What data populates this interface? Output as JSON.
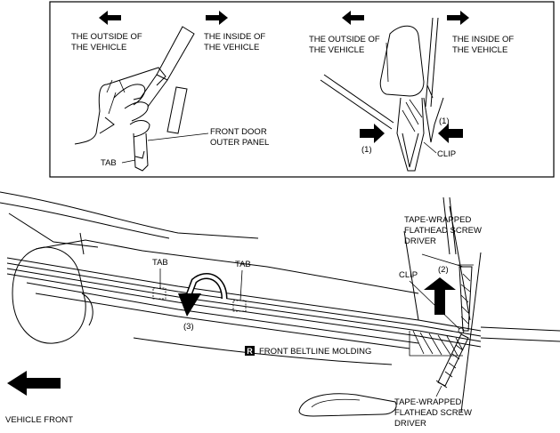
{
  "inset": {
    "left": {
      "outside_line1": "THE OUTSIDE OF",
      "outside_line2": "THE VEHICLE",
      "inside_line1": "THE INSIDE OF",
      "inside_line2": "THE VEHICLE",
      "panel_line1": "FRONT DOOR",
      "panel_line2": "OUTER PANEL",
      "tab": "TAB"
    },
    "right": {
      "outside_line1": "THE OUTSIDE OF",
      "outside_line2": "THE VEHICLE",
      "inside_line1": "THE INSIDE OF",
      "inside_line2": "THE VEHICLE",
      "step_left": "(1)",
      "step_right": "(1)",
      "clip": "CLIP"
    }
  },
  "main": {
    "tab_left": "TAB",
    "tab_right": "TAB",
    "step_3": "(3)",
    "step_2": "(2)",
    "clip": "CLIP",
    "driver_top_line1": "TAPE-WRAPPED",
    "driver_top_line2": "FLATHEAD SCREW",
    "driver_top_line3": "DRIVER",
    "driver_bottom_line1": "TAPE-WRAPPED",
    "driver_bottom_line2": "FLATHEAD SCREW",
    "driver_bottom_line3": "DRIVER",
    "molding_badge": "R",
    "molding_label": "FRONT BELTLINE MOLDING",
    "vehicle_front": "VEHICLE FRONT"
  }
}
